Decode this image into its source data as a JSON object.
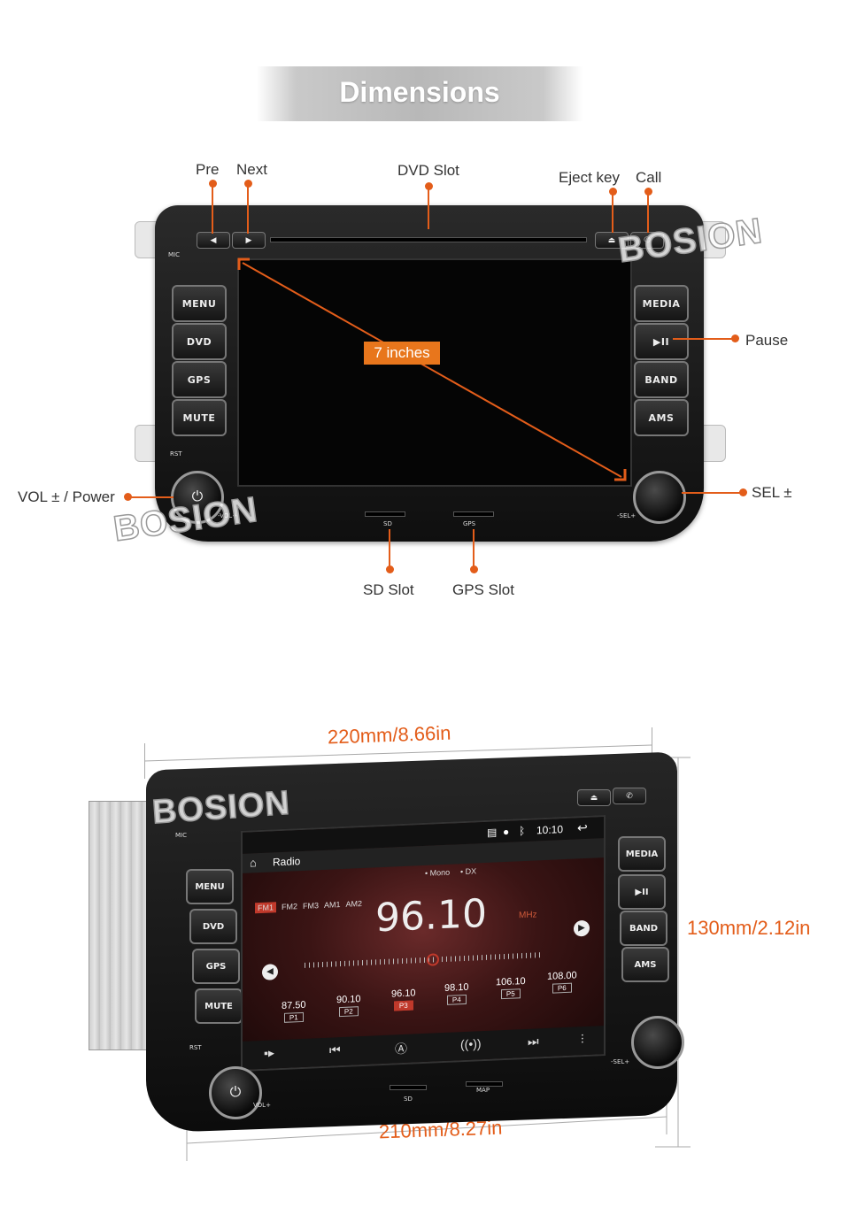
{
  "header": {
    "title": "Dimensions"
  },
  "callouts": {
    "pre": "Pre",
    "next": "Next",
    "dvd_slot": "DVD Slot",
    "eject_key": "Eject key",
    "call": "Call",
    "pause": "Pause",
    "vol_power": "VOL ± / Power",
    "sel": "SEL ±",
    "sd_slot": "SD Slot",
    "gps_slot": "GPS Slot",
    "screen_size": "7 inches"
  },
  "watermark": "BOSION",
  "unit_front": {
    "left_buttons": [
      "MENU",
      "DVD",
      "GPS",
      "MUTE"
    ],
    "right_buttons": [
      "MEDIA",
      "▶II",
      "BAND",
      "AMS"
    ],
    "small_labels": {
      "mic": "MIC",
      "rst": "RST",
      "vol": "-VOL+",
      "sel": "-SEL+",
      "sd": "SD",
      "gps": "GPS"
    }
  },
  "dimensions": {
    "top_width": "220mm/8.66in",
    "height": "130mm/2.12in",
    "bottom_width": "210mm/8.27in"
  },
  "unit_angled": {
    "left_buttons": [
      "MENU",
      "DVD",
      "GPS",
      "MUTE"
    ],
    "right_buttons": [
      "MEDIA",
      "▶II",
      "BAND",
      "AMS"
    ],
    "small_labels": {
      "mic": "MIC",
      "rst": "RST",
      "vol": "VOL+",
      "sel": "-SEL+",
      "sd": "SD",
      "map": "MAP"
    },
    "radio": {
      "time": "10:10",
      "title": "Radio",
      "mono": "Mono",
      "dx": "DX",
      "bands": [
        "FM1",
        "FM2",
        "FM3",
        "AM1",
        "AM2"
      ],
      "active_band": "FM1",
      "frequency": "96.10",
      "unit": "MHz",
      "presets": [
        {
          "freq": "87.50",
          "label": "P1"
        },
        {
          "freq": "90.10",
          "label": "P2"
        },
        {
          "freq": "96.10",
          "label": "P3"
        },
        {
          "freq": "98.10",
          "label": "P4"
        },
        {
          "freq": "106.10",
          "label": "P5"
        },
        {
          "freq": "108.00",
          "label": "P6"
        }
      ],
      "active_preset": "P3"
    }
  },
  "colors": {
    "accent": "#e35d1a",
    "callout_box": "#e8761c",
    "active_red": "#c0392b"
  }
}
